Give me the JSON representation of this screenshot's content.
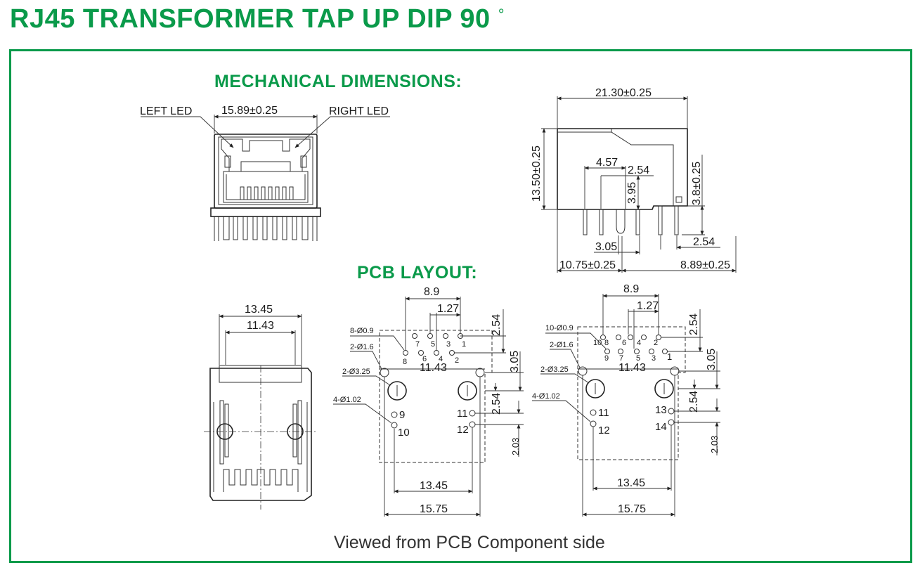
{
  "title": {
    "main": "RJ45 TRANSFORMER TAP UP DIP 90",
    "degree": "°"
  },
  "mechanical": {
    "heading": "MECHANICAL DIMENSIONS:",
    "front": {
      "left_led": "LEFT LED",
      "right_led": "RIGHT LED",
      "width": "15.89±0.25"
    },
    "side": {
      "length": "21.30±0.25",
      "height": "13.50±0.25",
      "d457": "4.57",
      "d254a": "2.54",
      "d395": "3.95",
      "d38": "3.8±0.25",
      "d305": "3.05",
      "d254b": "2.54",
      "d1075": "10.75±0.25",
      "d889": "8.89±0.25"
    }
  },
  "pcb": {
    "heading": "PCB LAYOUT:",
    "bottom": {
      "w1": "13.45",
      "w2": "11.43"
    },
    "layout_a": {
      "d89": "8.9",
      "d127": "1.27",
      "d254": "2.54",
      "d305": "3.05",
      "d1143": "11.43",
      "d254b": "2.54",
      "d203": "2.03",
      "d1345": "13.45",
      "d1575": "15.75",
      "hole_a": "8-Ø0.9",
      "hole_b": "2-Ø1.6",
      "hole_c": "2-Ø3.25",
      "hole_d": "4-Ø1.02",
      "pins_top": [
        "7",
        "5",
        "3",
        "1"
      ],
      "pins_bot": [
        "8",
        "6",
        "4",
        "2"
      ],
      "p9": "9",
      "p10": "10",
      "p11": "11",
      "p12": "12"
    },
    "layout_b": {
      "d89": "8.9",
      "d127": "1.27",
      "d254": "2.54",
      "d305": "3.05",
      "d1143": "11.43",
      "d254b": "2.54",
      "d203": "2.03",
      "d1345": "13.45",
      "d1575": "15.75",
      "hole_a": "10-Ø0.9",
      "hole_b": "2-Ø1.6",
      "hole_c": "2-Ø3.25",
      "hole_d": "4-Ø1.02",
      "pins_top": [
        "10",
        "8",
        "6",
        "4",
        "2"
      ],
      "pins_bot": [
        "9",
        "7",
        "5",
        "3",
        "1"
      ],
      "p11": "11",
      "p12": "12",
      "p13": "13",
      "p14": "14"
    }
  },
  "caption": "Viewed from PCB Component side"
}
